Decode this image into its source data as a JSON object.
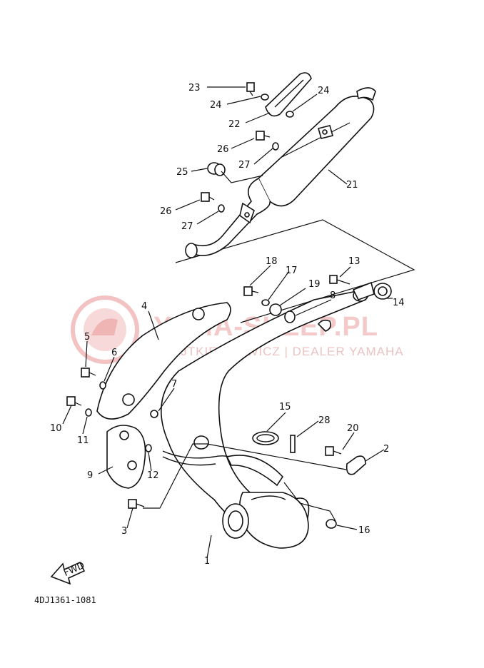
{
  "watermark": {
    "title": "YAMA-SKLEP.PL",
    "subtitle": "WOJTKIECHOWICZ | DEALER YAMAHA"
  },
  "diagram_code": "4DJ1361-1081",
  "fwd_label": "FWD",
  "callouts": {
    "c1": "1",
    "c2": "2",
    "c3": "3",
    "c4": "4",
    "c5": "5",
    "c6": "6",
    "c7": "7",
    "c8": "8",
    "c9": "9",
    "c10": "10",
    "c11": "11",
    "c12": "12",
    "c13": "13",
    "c14": "14",
    "c15": "15",
    "c16": "16",
    "c17": "17",
    "c18": "18",
    "c19": "19",
    "c20": "20",
    "c21": "21",
    "c22": "22",
    "c23": "23",
    "c24a": "24",
    "c24b": "24",
    "c25": "25",
    "c26a": "26",
    "c26b": "26",
    "c27a": "27",
    "c27b": "27",
    "c28": "28"
  }
}
